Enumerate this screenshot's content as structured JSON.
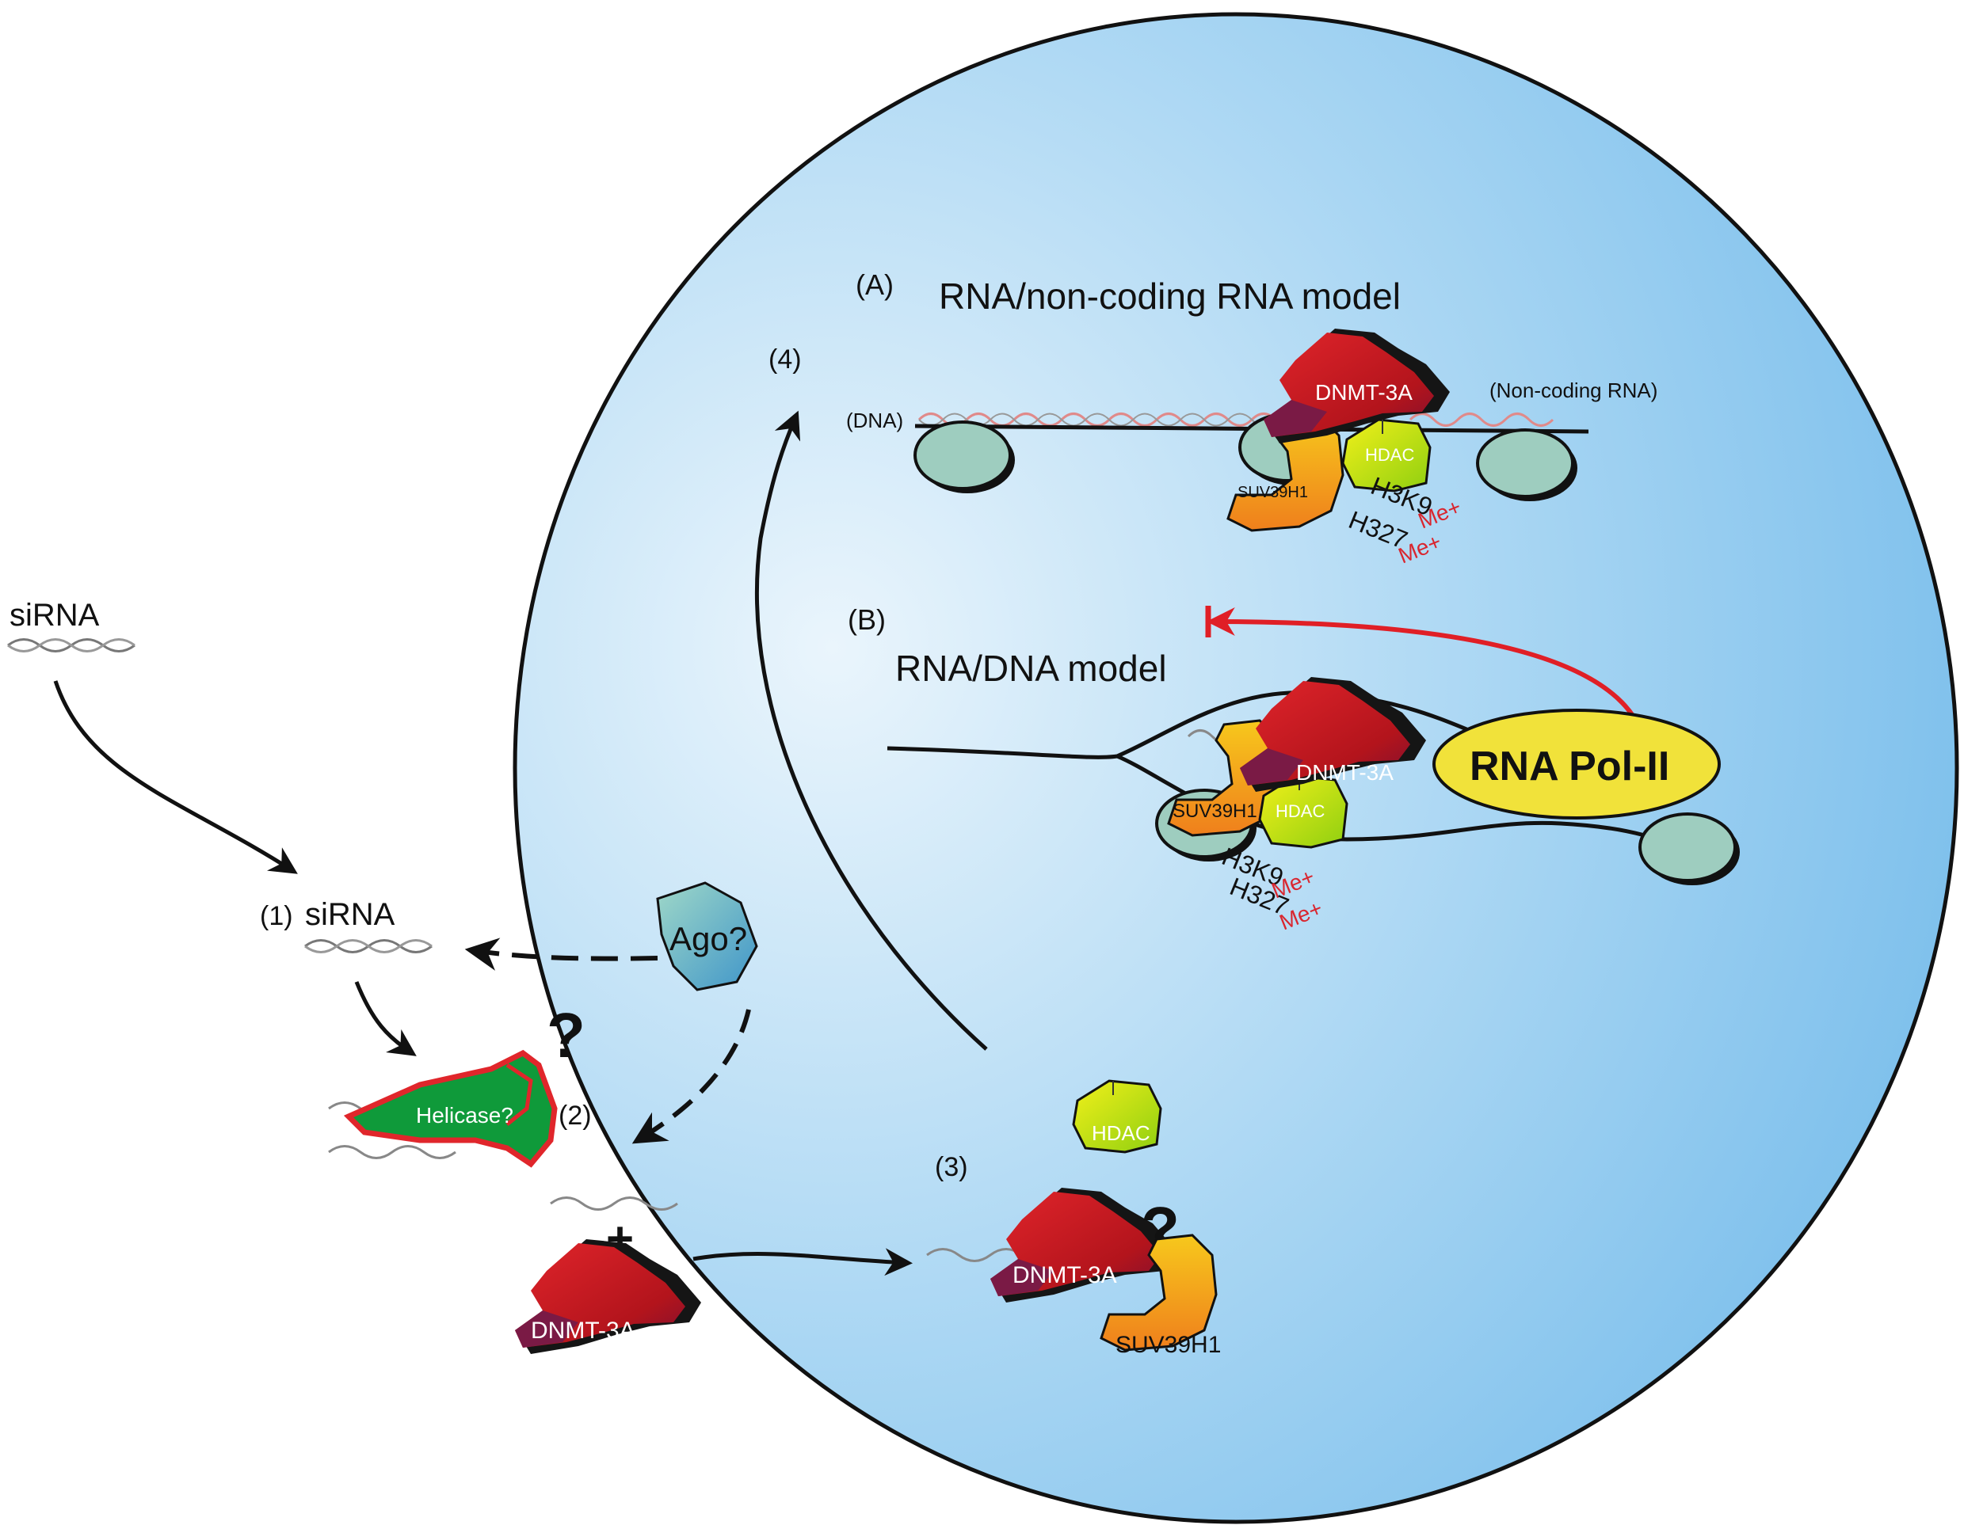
{
  "external_sirna": {
    "label": "siRNA"
  },
  "step1": {
    "number": "(1)",
    "label": "siRNA"
  },
  "ago": {
    "label": "Ago?"
  },
  "helicase": {
    "label": "Helicase?",
    "question": "?"
  },
  "step2": {
    "number": "(2)"
  },
  "plus": "+",
  "step3": {
    "number": "(3)",
    "question": "?"
  },
  "step4": {
    "number": "(4)"
  },
  "proteins": {
    "dnmt": "DNMT-3A",
    "hdac": "HDAC",
    "suv": "SUV39H1",
    "pol": "RNA Pol-II"
  },
  "model_a": {
    "letter": "(A)",
    "title": "RNA/non-coding RNA model",
    "dna_label": "(DNA)",
    "ncrna_label": "(Non-coding RNA)",
    "mark1": "H3K9",
    "mark2": "H327",
    "me": "Me+"
  },
  "model_b": {
    "letter": "(B)",
    "title": "RNA/DNA model",
    "mark1": "H3K9",
    "mark2": "H327",
    "me": "Me+"
  },
  "colors": {
    "cell_light": "#e4f2fb",
    "cell_dark": "#7cc0ec",
    "dnmt_red": "#c8161d",
    "dnmt_purple": "#7a1a45",
    "hdac_green": "#c8e000",
    "suv_orange": "#f39a1a",
    "helicase_green": "#0f9a3a",
    "nucleosome": "#9ecdbf",
    "pol_yellow": "#f1e23a",
    "inhibit_red": "#e01f26"
  }
}
